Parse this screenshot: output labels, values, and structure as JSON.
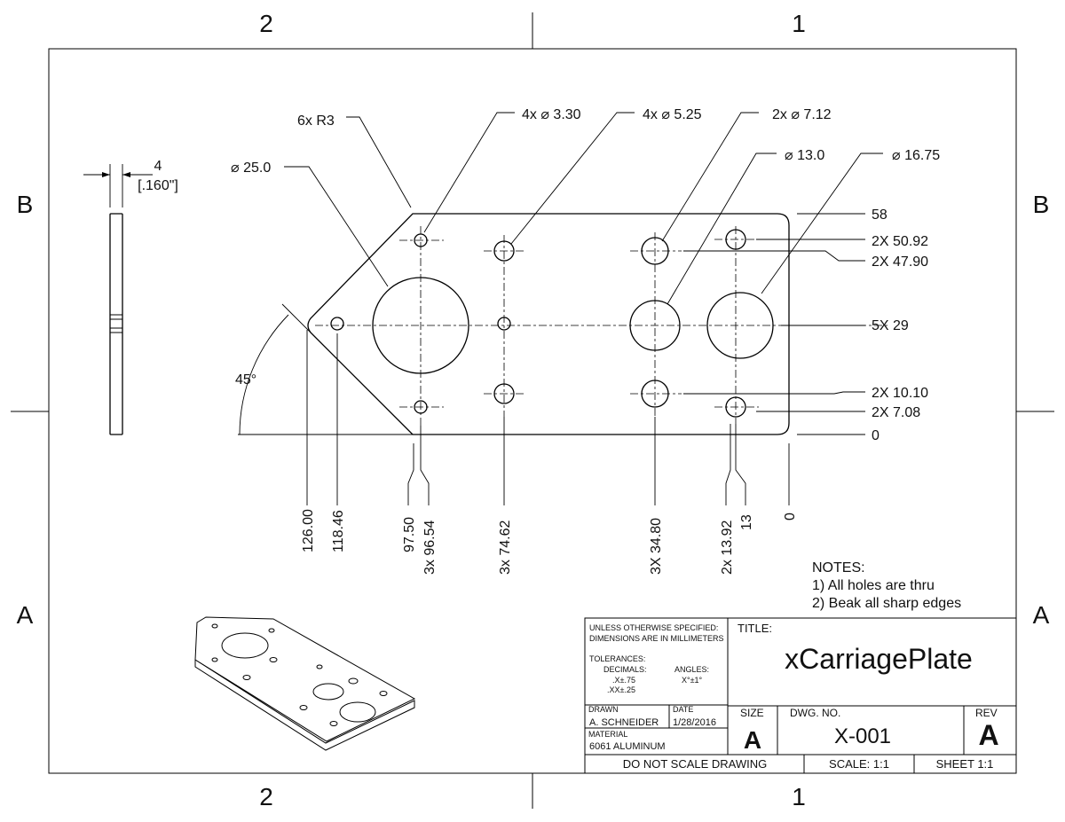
{
  "zones": {
    "top_left": "2",
    "top_right": "1",
    "bottom_left": "2",
    "bottom_right": "1",
    "left_upper": "B",
    "left_lower": "A",
    "right_upper": "B",
    "right_lower": "A"
  },
  "callouts": {
    "radius": "6x R3",
    "hole_330": "4x ⌀ 3.30",
    "hole_525": "4x ⌀ 5.25",
    "hole_712": "2x ⌀ 7.12",
    "hole_130": "⌀ 13.0",
    "hole_1675": "⌀ 16.75",
    "hole_250": "⌀ 25.0",
    "angle": "45°"
  },
  "side_view": {
    "thickness": "4",
    "thickness_in": "[.160\"]"
  },
  "ordinates_y": [
    "58",
    "2X 50.92",
    "2X 47.90",
    "5X 29",
    "2X 10.10",
    "2X 7.08",
    "0"
  ],
  "ordinates_x": [
    "126.00",
    "118.46",
    "97.50",
    "3x 96.54",
    "3x 74.62",
    "3X 34.80",
    "2x 13.92",
    "13",
    "0"
  ],
  "notes": {
    "heading": "NOTES:",
    "items": [
      "1) All holes are thru",
      "2) Beak all sharp edges"
    ]
  },
  "title_block": {
    "spec1": "UNLESS OTHERWISE SPECIFIED:",
    "spec2": "DIMENSIONS ARE IN MILLIMETERS",
    "tolerances": "TOLERANCES:",
    "decimals": "DECIMALS:",
    "dec1": ".X±.75",
    "dec2": ".XX±.25",
    "angles": "ANGLES:",
    "angle_tol": "X°±1°",
    "title_label": "TITLE:",
    "title": "xCarriagePlate",
    "drawn_label": "DRAWN",
    "drawn": "A. SCHNEIDER",
    "date_label": "DATE",
    "date": "1/28/2016",
    "material_label": "MATERIAL",
    "material": "6061 ALUMINUM",
    "size_label": "SIZE",
    "size": "A",
    "dwg_label": "DWG.  NO.",
    "dwg": "X-001",
    "rev_label": "REV",
    "rev": "A",
    "no_scale": "DO NOT SCALE DRAWING",
    "scale": "SCALE: 1:1",
    "sheet": "SHEET 1:1"
  }
}
